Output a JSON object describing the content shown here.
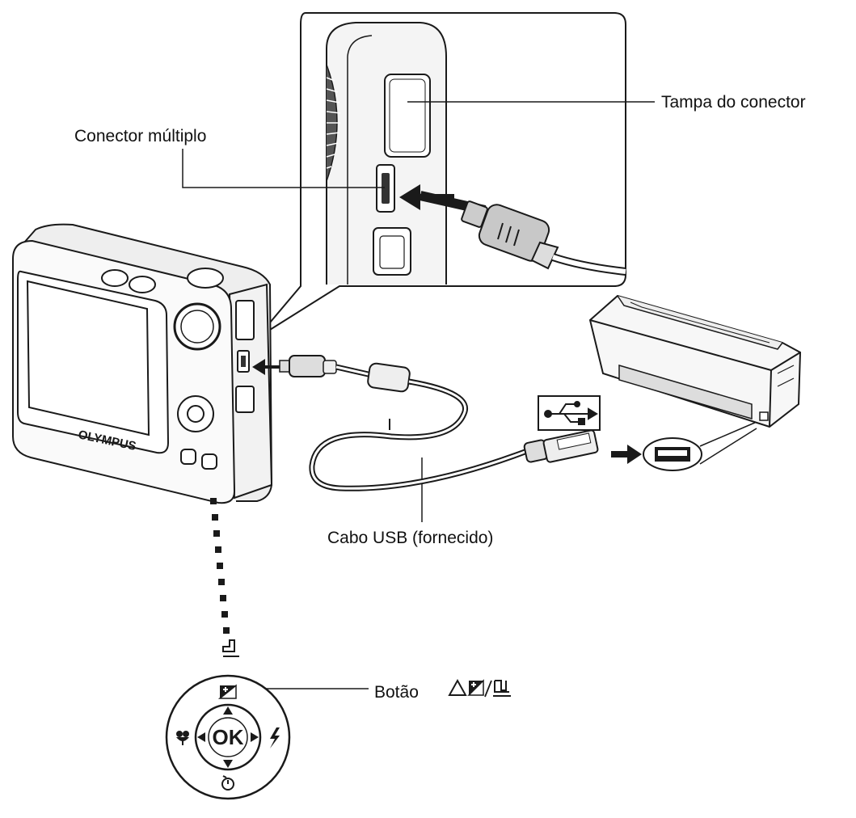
{
  "labels": {
    "connector_cover": "Tampa do conector",
    "multi_connector": "Conector múltiplo",
    "usb_cable": "Cabo USB (fornecido)",
    "button_prefix": "Botão"
  },
  "camera": {
    "brand": "OLYMPUS"
  },
  "dial": {
    "center": "OK"
  },
  "colors": {
    "line": "#1a1a1a",
    "fill": "#ffffff",
    "shade": "#d9d9d9",
    "dark": "#333333"
  }
}
